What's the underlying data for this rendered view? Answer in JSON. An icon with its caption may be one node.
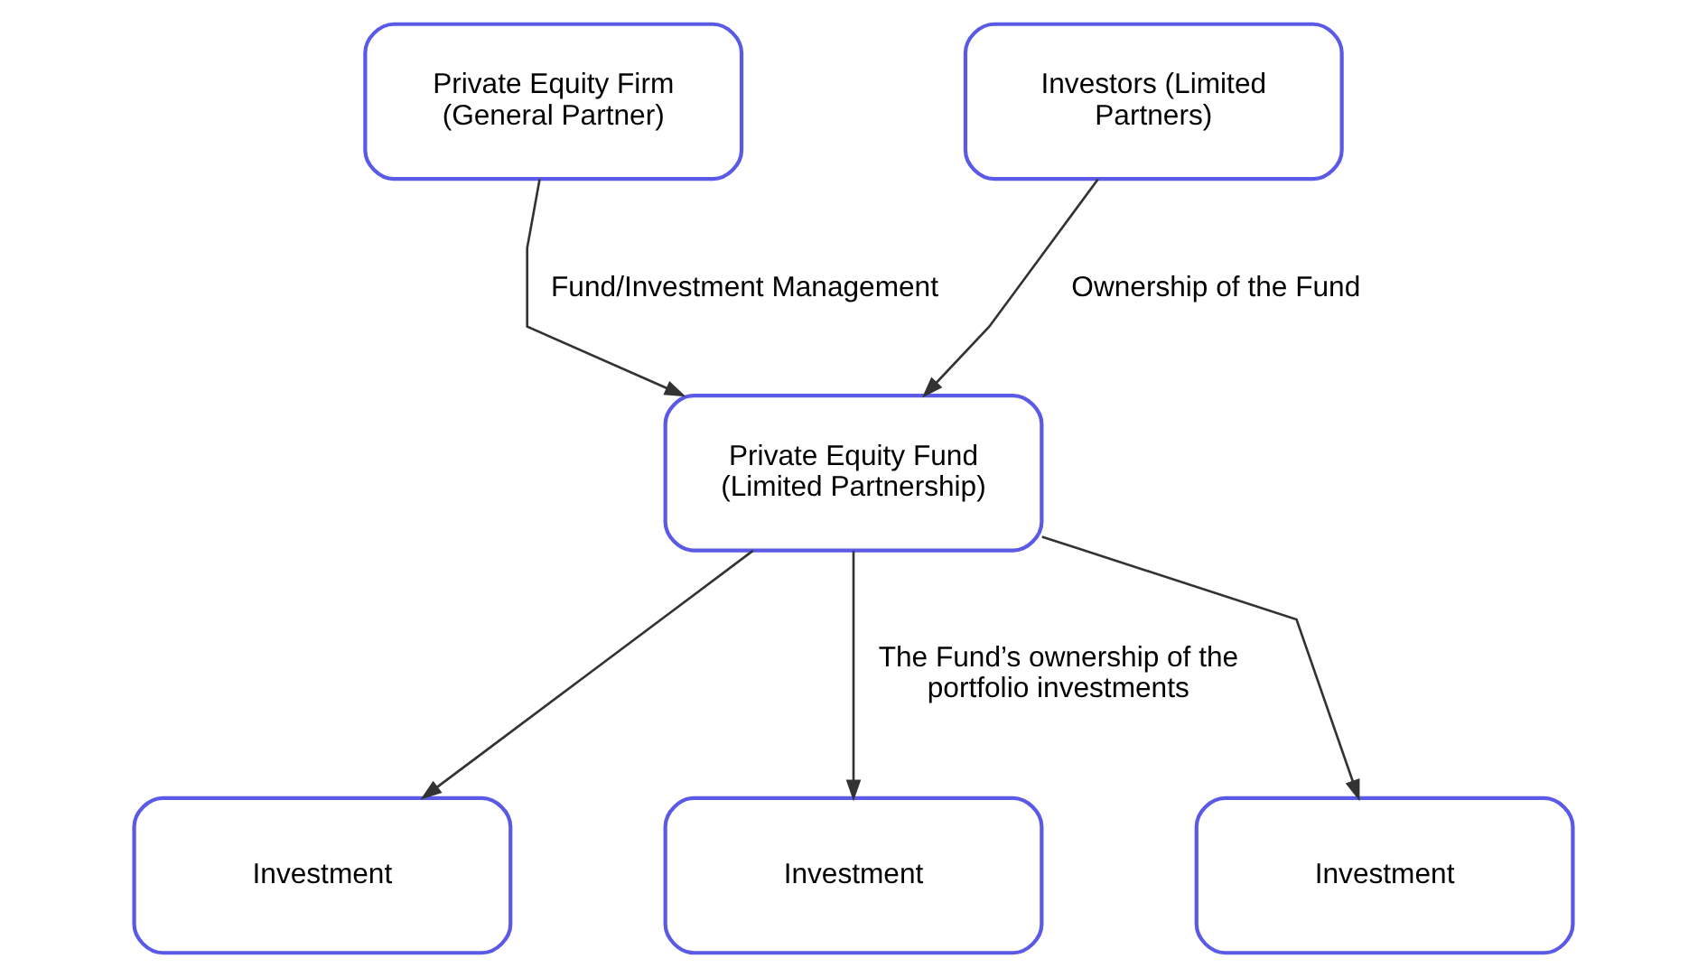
{
  "diagram": {
    "nodes": [
      {
        "text": [
          "Private Equity Firm (General Partner)"
        ]
      },
      {
        "text": [
          "Investors (Limited Partners)"
        ]
      },
      {
        "text": [
          "Private Equity Fund (Limited Partnership)"
        ]
      },
      {
        "text": [
          "Investment"
        ]
      },
      {
        "text": [
          "Investment"
        ]
      },
      {
        "text": [
          "Investment"
        ]
      }
    ],
    "edges": [
      {
        "from": 0,
        "to": 2,
        "arrow": "to",
        "label": "Fund/Investment Management"
      },
      {
        "from": 1,
        "to": 2,
        "arrow": "to",
        "label": "Ownership of the Fund"
      },
      {
        "from": 2,
        "to": 3,
        "arrow": "to"
      },
      {
        "from": 2,
        "to": 4,
        "arrow": "to",
        "label": "The Fund’s ownership of the portfolio investments"
      },
      {
        "from": 2,
        "to": 5,
        "arrow": "to"
      }
    ]
  }
}
